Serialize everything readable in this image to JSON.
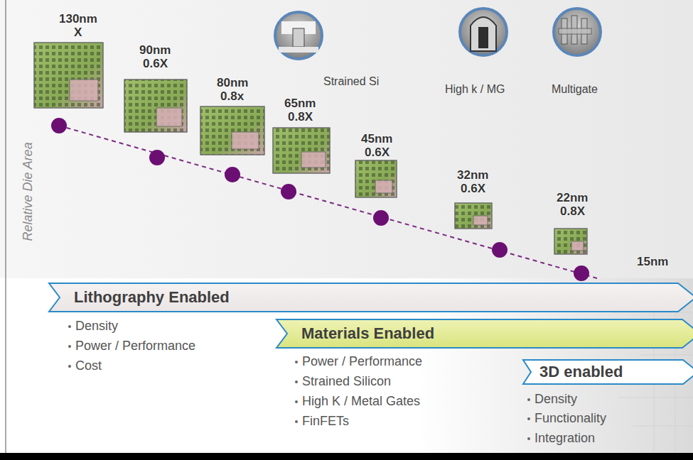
{
  "diagram": {
    "nodes": [
      {
        "text": [
          "Lithography Enabled",
          "Density",
          "Power / Performance",
          "Cost"
        ]
      },
      {
        "text": [
          "Materials Enabled",
          "Power / Performance",
          "Strained Silicon",
          "High K / Metal Gates",
          "FinFETs"
        ]
      },
      {
        "text": [
          "3D enabled",
          "Density",
          "Functionality",
          "Integration"
        ]
      }
    ],
    "labels": [
      "130nm",
      "X",
      "90nm",
      "0.6X",
      "80nm",
      "0.8x",
      "65nm",
      "0.8X",
      "45nm",
      "0.6X",
      "32nm",
      "0.6X",
      "22nm",
      "0.8X",
      "15nm",
      "Strained Si",
      "High k / MG",
      "Multigate",
      "Relative Die Area"
    ]
  }
}
